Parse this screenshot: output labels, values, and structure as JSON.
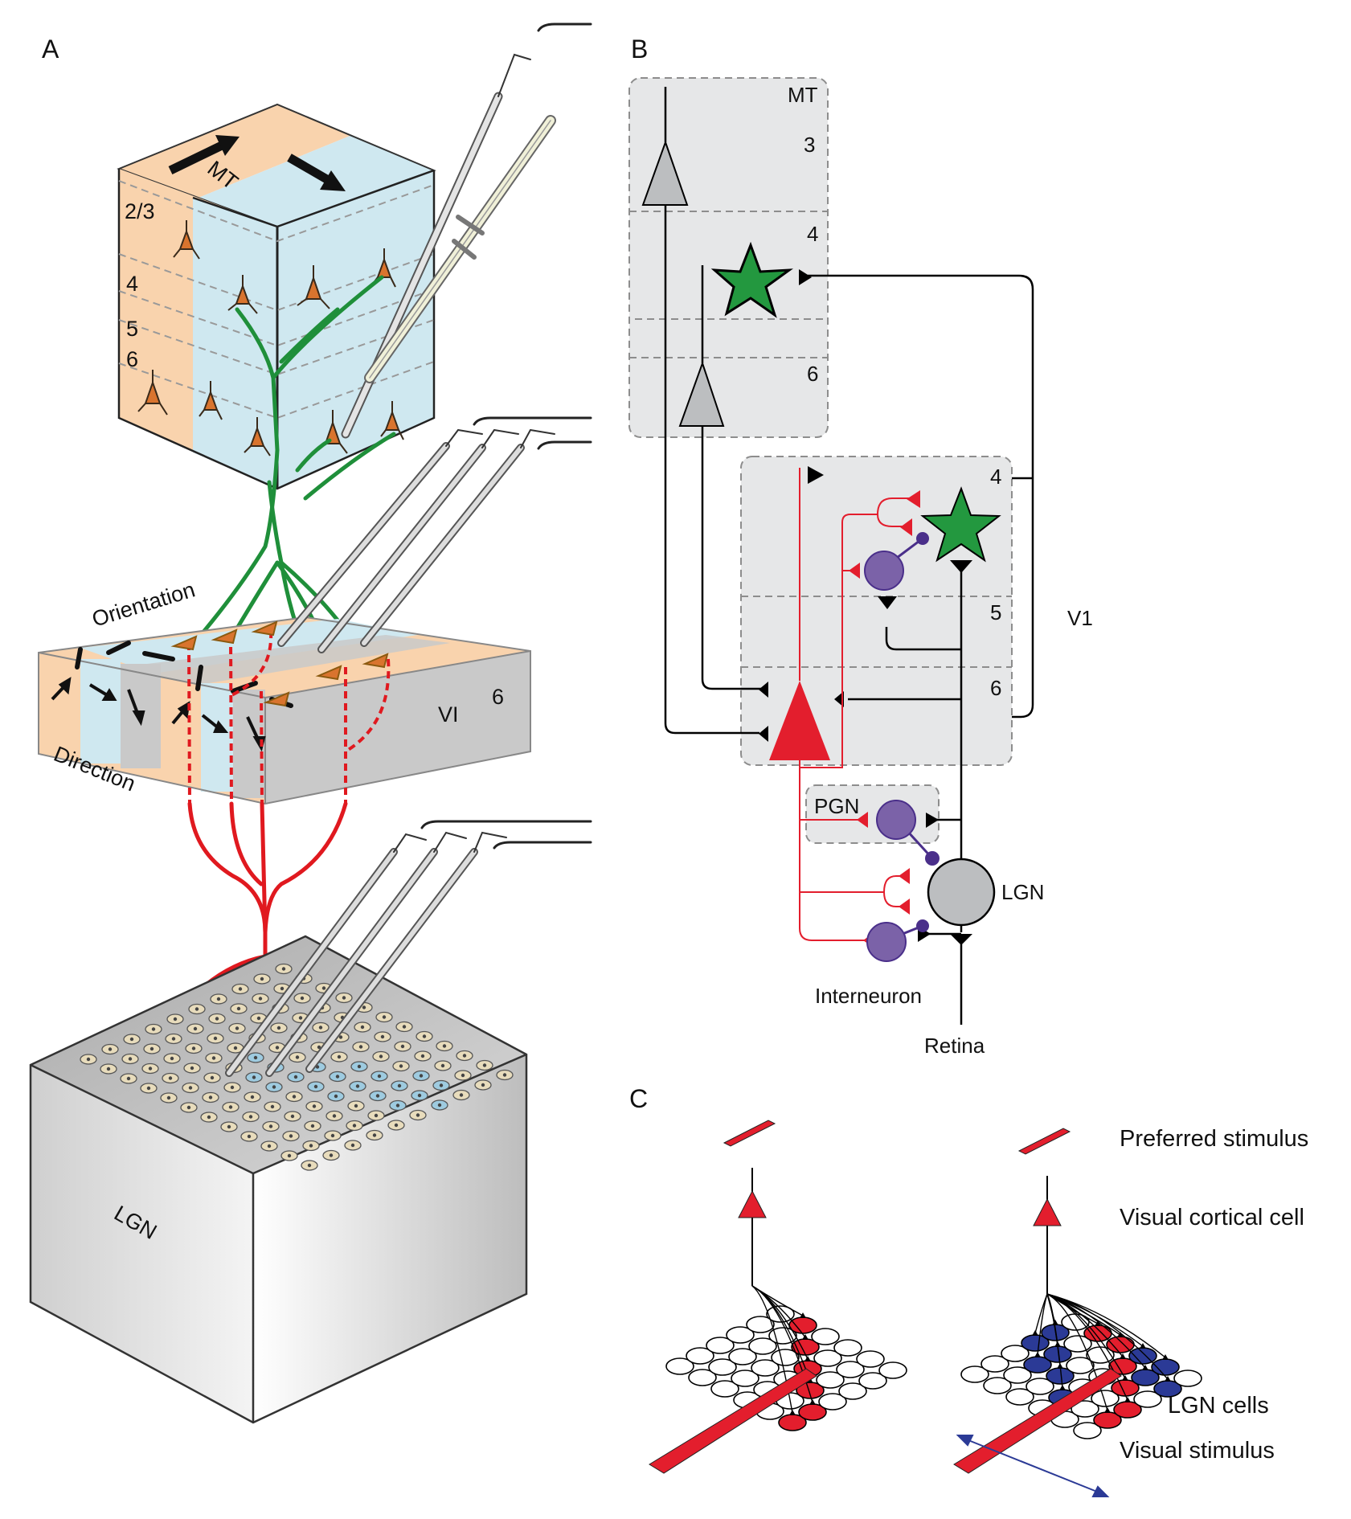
{
  "figure": {
    "panels": {
      "A": {
        "letter": "A",
        "mt_cube": {
          "label": "MT",
          "layers": [
            "2/3",
            "4",
            "5",
            "6"
          ]
        },
        "v1_slab": {
          "label": "VI",
          "layer": "6",
          "orientation_label": "Orientation",
          "direction_label": "Direction"
        },
        "lgn_block": {
          "label": "LGN"
        },
        "colors": {
          "orange_column": "#f9d3ad",
          "blue_column": "#cfe8f0",
          "gray_column": "#c9c9c9",
          "green_axon": "#1f8f3a",
          "red_axon": "#e0191f"
        }
      },
      "B": {
        "letter": "B",
        "mt_box": {
          "label": "MT",
          "layers": [
            "3",
            "4",
            "6"
          ]
        },
        "v1_box": {
          "label": "V1",
          "layers": [
            "4",
            "5",
            "6"
          ]
        },
        "pgn_box": {
          "label": "PGN"
        },
        "lgn_cell": {
          "label": "LGN"
        },
        "interneuron": {
          "label": "Interneuron"
        },
        "retina": {
          "label": "Retina"
        },
        "colors": {
          "box_fill": "#e6e7e8",
          "pyramidal_gray": "#bcbec0",
          "pyramidal_red": "#e31e2d",
          "stellate_green": "#23983f",
          "inhibitory_purple": "#7b62a8",
          "synapse_black": "#000000",
          "synapse_red": "#e31e2d"
        }
      },
      "C": {
        "letter": "C",
        "labels": {
          "preferred_stimulus": "Preferred stimulus",
          "visual_cortical_cell": "Visual cortical cell",
          "lgn_cells": "LGN cells",
          "visual_stimulus": "Visual stimulus"
        },
        "colors": {
          "on_cell": "#e31e2d",
          "off_cell": "#2b3a96",
          "stimulus_bar": "#e31e2d",
          "motion_arrow": "#2b3a96"
        }
      }
    }
  }
}
